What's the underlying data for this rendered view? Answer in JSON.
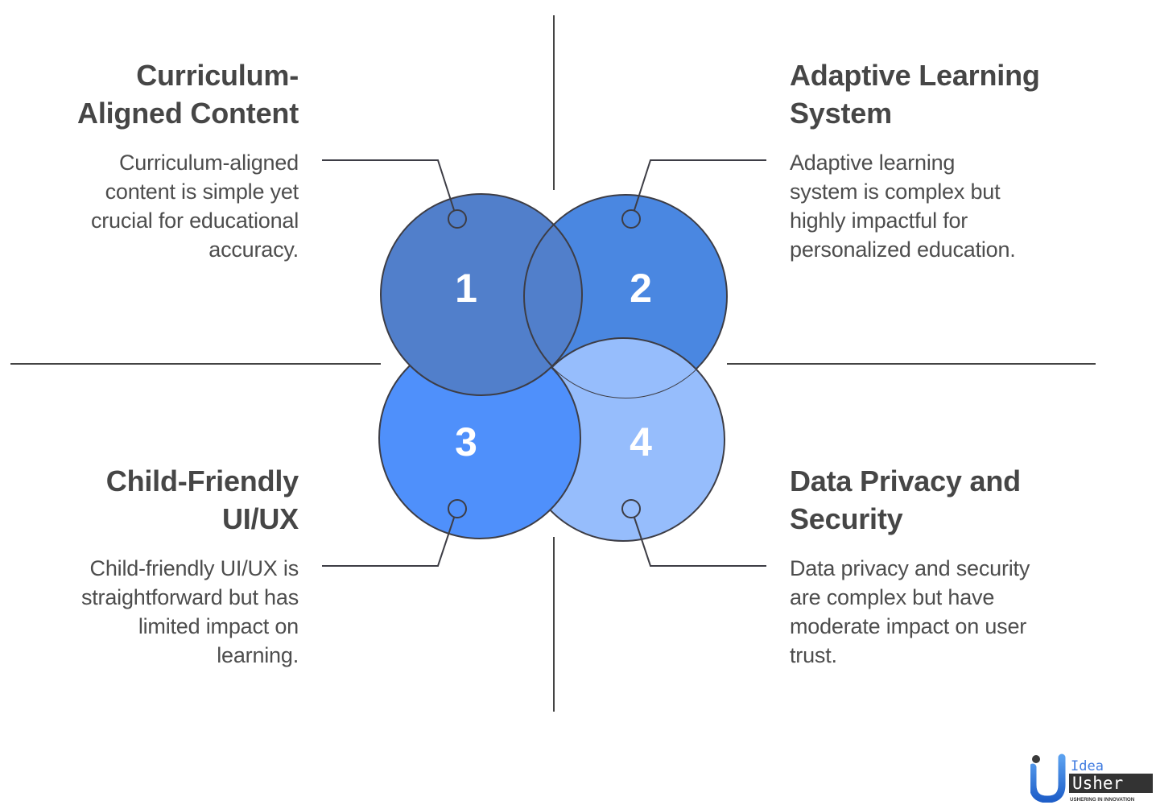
{
  "colors": {
    "circle_1": "#517fcb",
    "circle_2": "#4a87e1",
    "circle_3": "#4f90fb",
    "circle_4": "#96bdfc",
    "stroke": "#3d3d45",
    "text": "#464646",
    "number": "#ffffff"
  },
  "items": [
    {
      "number": "1",
      "title_lines": [
        "Curriculum-",
        "Aligned Content"
      ],
      "desc_lines": [
        "Curriculum-aligned",
        "content is simple yet",
        "crucial for educational",
        "accuracy."
      ]
    },
    {
      "number": "2",
      "title_lines": [
        "Adaptive Learning",
        "System"
      ],
      "desc_lines": [
        "Adaptive learning",
        "system is complex but",
        "highly impactful for",
        "personalized education."
      ]
    },
    {
      "number": "3",
      "title_lines": [
        "Child-Friendly",
        "UI/UX"
      ],
      "desc_lines": [
        "Child-friendly UI/UX is",
        "straightforward but has",
        "limited impact on",
        "learning."
      ]
    },
    {
      "number": "4",
      "title_lines": [
        "Data Privacy and",
        "Security"
      ],
      "desc_lines": [
        "Data privacy and security",
        "are complex but have",
        "moderate impact on user",
        "trust."
      ]
    }
  ],
  "logo": {
    "word_1": "Idea",
    "word_2": "Usher",
    "tagline": "USHERING IN INNOVATION"
  }
}
